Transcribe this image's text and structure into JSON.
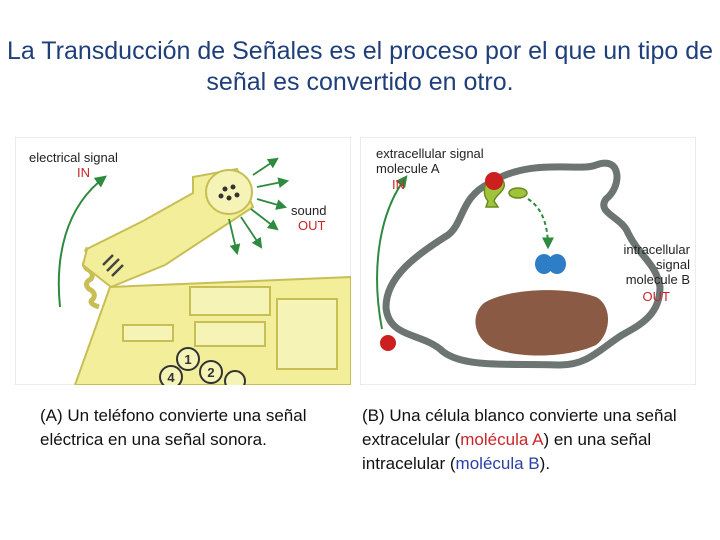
{
  "title": "La Transducción de Señales es el proceso por el que un tipo de señal es convertido en otro.",
  "panel_a": {
    "label_signal": "electrical signal",
    "label_in": "IN",
    "label_sound": "sound",
    "label_out": "OUT",
    "keys": [
      "1",
      "2",
      "4"
    ]
  },
  "panel_b": {
    "label_extra_1": "extracellular signal",
    "label_extra_2": "molecule A",
    "label_in": "IN",
    "label_intra_1": "intracellular",
    "label_intra_2": "signal",
    "label_intra_3": "molecule B",
    "label_out": "OUT"
  },
  "caption_a": "(A) Un teléfono  convierte una señal eléctrica en una señal sonora.",
  "caption_b": {
    "part1": "(B) Una célula blanco convierte una señal extracelular (",
    "mol_a": "molécula A",
    "part2": ") en una  señal  intracelular (",
    "mol_b": "molécula B",
    "part3": ")."
  },
  "colors": {
    "title": "#1f3f7a",
    "accent_red": "#c8262a",
    "accent_blue": "#2a3fa8",
    "phone_yellow": "#f2ee9a",
    "arrow_green": "#2e8a3e",
    "membrane_gray": "#6d7573",
    "nucleus_brown": "#8a5a45"
  }
}
